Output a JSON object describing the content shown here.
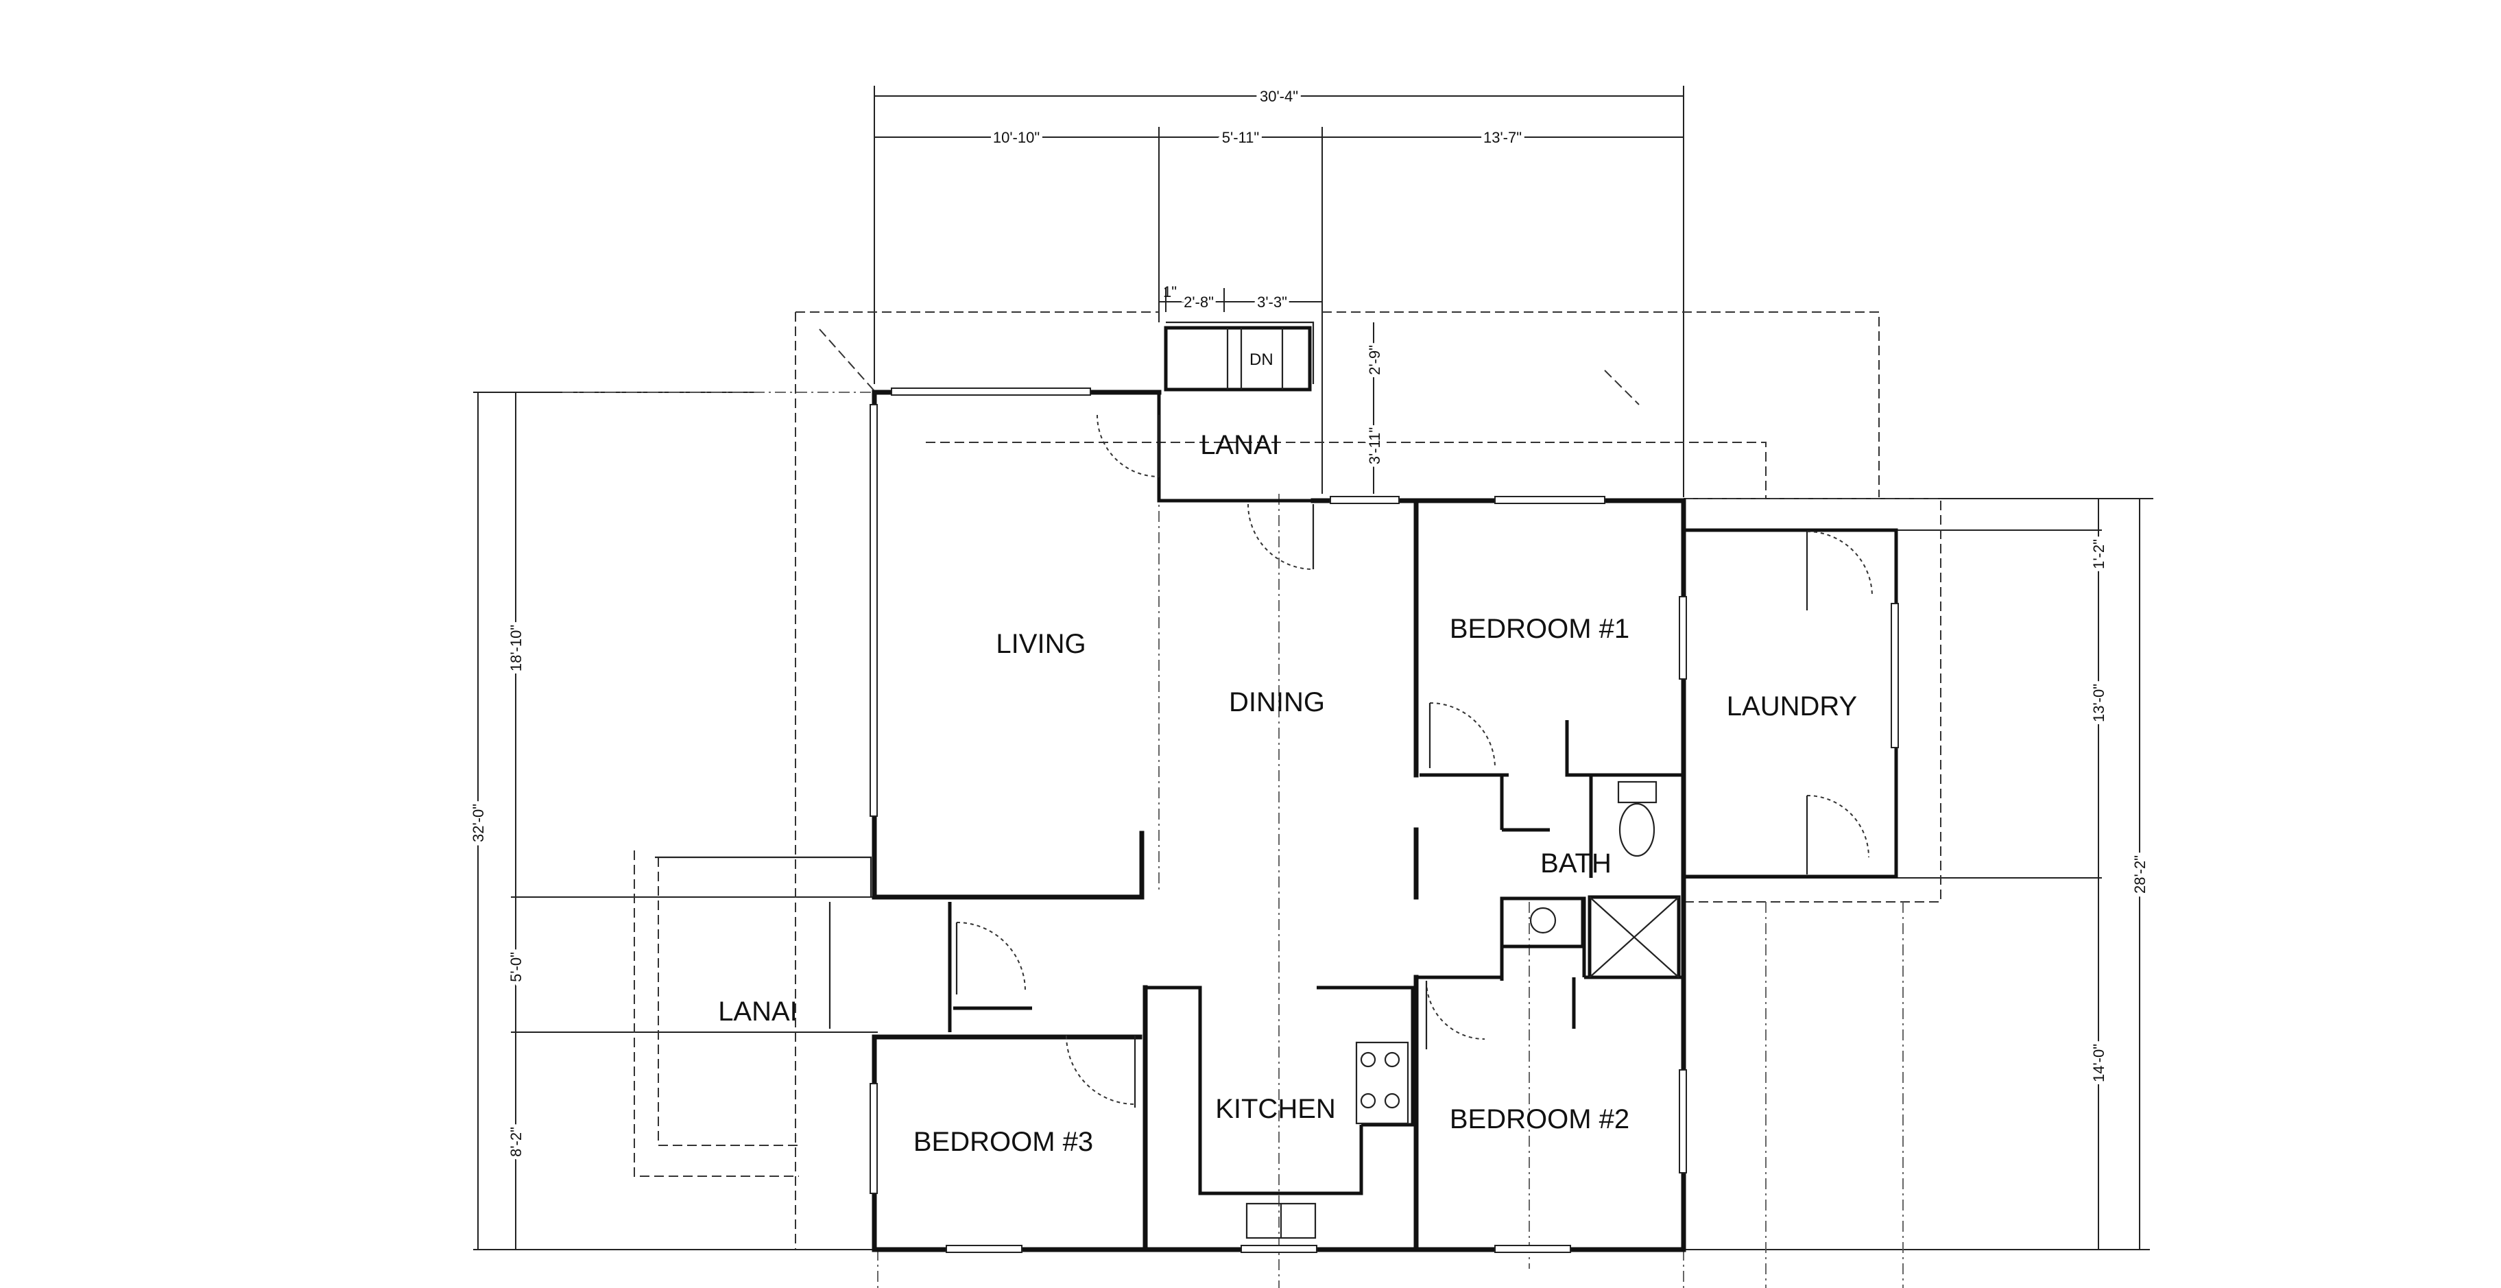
{
  "rooms": {
    "living": "LIVING",
    "dining": "DINING",
    "kitchen": "KITCHEN",
    "bedroom1": "BEDROOM #1",
    "bedroom2": "BEDROOM #2",
    "bedroom3": "BEDROOM #3",
    "bath": "BATH",
    "laundry": "LAUNDRY",
    "lanai_top": "LANAI",
    "lanai_left": "LANAI"
  },
  "stair_label": "DN",
  "dimensions": {
    "top_total": "30'-4\"",
    "top_a": "10'-10\"",
    "top_b": "5'-11\"",
    "top_c": "13'-7\"",
    "stair_a": "1\"",
    "stair_b": "2'-8\"",
    "stair_c": "3'-3\"",
    "lanai_v1": "2'-9\"",
    "lanai_v2": "3'-11\"",
    "left_total": "32'-0\"",
    "left_a": "18'-10\"",
    "left_b": "5'-0\"",
    "left_c": "8'-2\"",
    "right_total": "28'-2\"",
    "right_a": "1'-2\"",
    "right_b": "13'-0\"",
    "right_c": "14'-0\""
  }
}
